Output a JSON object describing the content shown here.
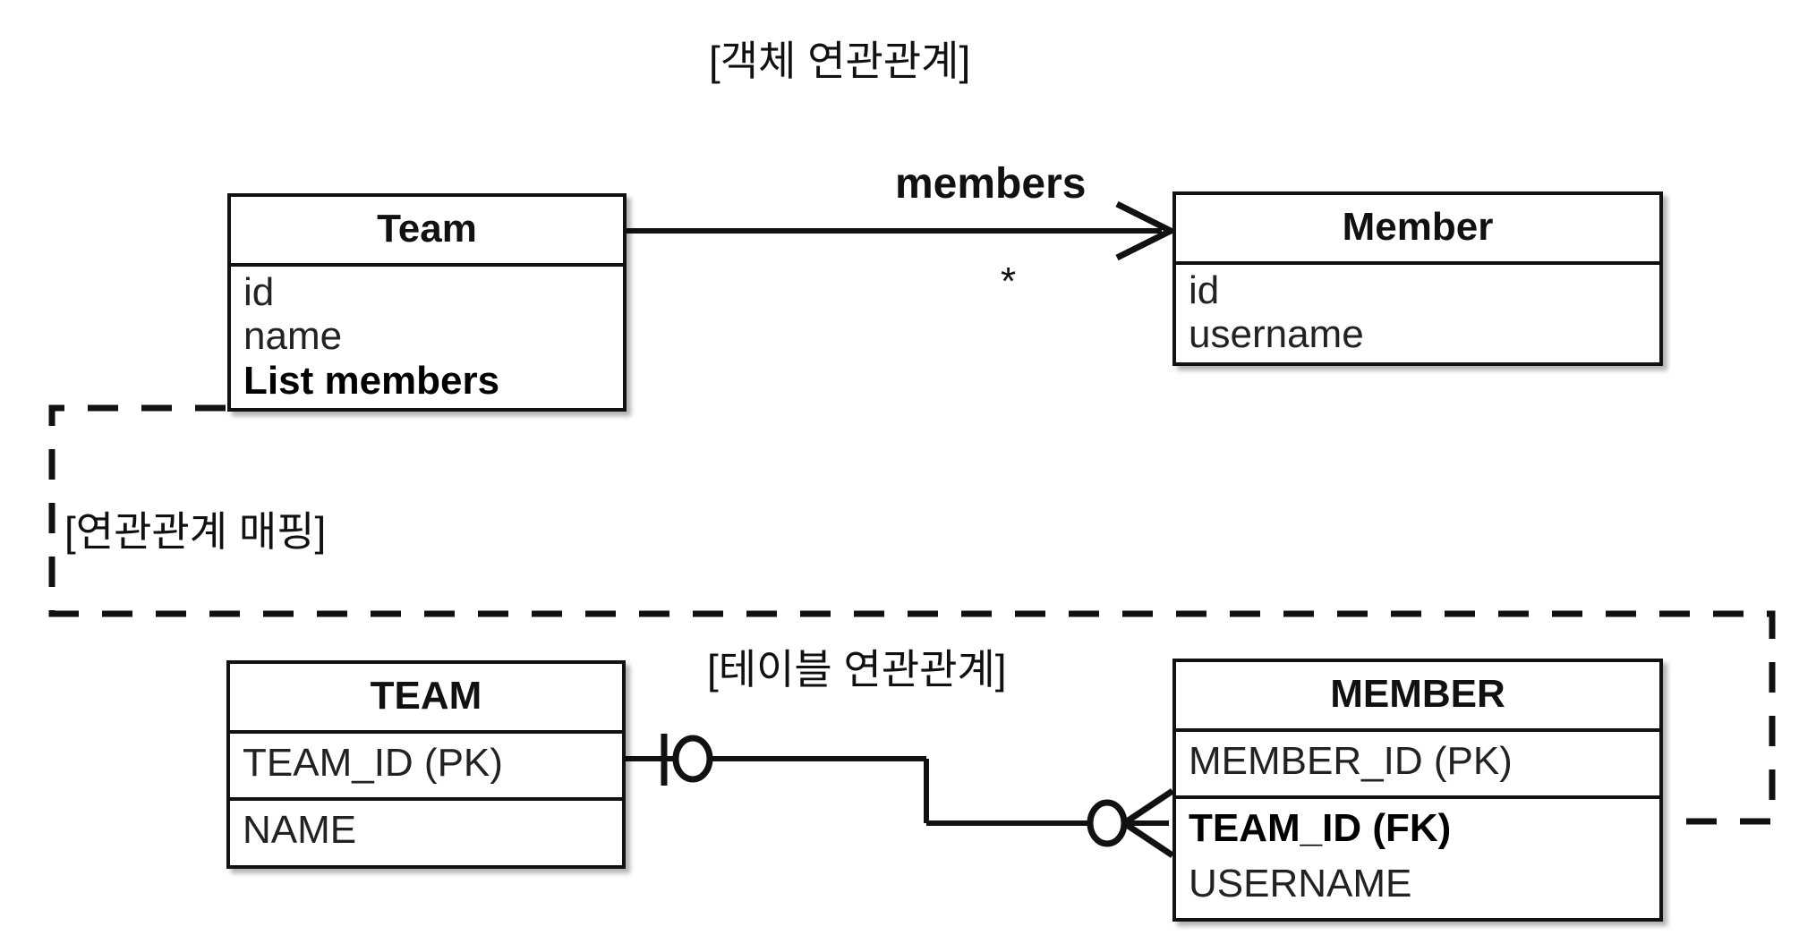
{
  "diagram": {
    "captions": {
      "object_relation": "[객체 연관관계]",
      "relation_mapping": "[연관관계 매핑]",
      "table_relation": "[테이블 연관관계]"
    },
    "object_model": {
      "team": {
        "title": "Team",
        "attributes": [
          {
            "label": "id",
            "bold": false
          },
          {
            "label": "name",
            "bold": false
          },
          {
            "label": "List members",
            "bold": true
          }
        ]
      },
      "member": {
        "title": "Member",
        "attributes": [
          {
            "label": "id",
            "bold": false
          },
          {
            "label": "username",
            "bold": false
          }
        ]
      },
      "association": {
        "name": "members",
        "multiplicity": "*",
        "direction": "Team -> Member",
        "arrow": "open-arrow"
      }
    },
    "table_model": {
      "team_table": {
        "title": "TEAM",
        "compartments": [
          {
            "rows": [
              {
                "label": "TEAM_ID (PK)",
                "bold": false
              }
            ]
          },
          {
            "rows": [
              {
                "label": "NAME",
                "bold": false
              }
            ]
          }
        ]
      },
      "member_table": {
        "title": "MEMBER",
        "compartments": [
          {
            "rows": [
              {
                "label": "MEMBER_ID (PK)",
                "bold": false
              }
            ]
          },
          {
            "rows": [
              {
                "label": "TEAM_ID (FK)",
                "bold": true
              },
              {
                "label": "USERNAME",
                "bold": false
              }
            ]
          }
        ]
      },
      "relationship": {
        "team_side_cardinality": "one-and-only-one",
        "member_side_cardinality": "zero-or-many",
        "notation": "crows-foot"
      }
    },
    "mapping_link": {
      "style": "dashed",
      "from": "Team.List members",
      "to": "MEMBER.TEAM_ID (FK)",
      "arrow": "solid-arrow"
    },
    "colors": {
      "stroke": "#111111",
      "text": "#222222",
      "background": "#ffffff"
    }
  }
}
